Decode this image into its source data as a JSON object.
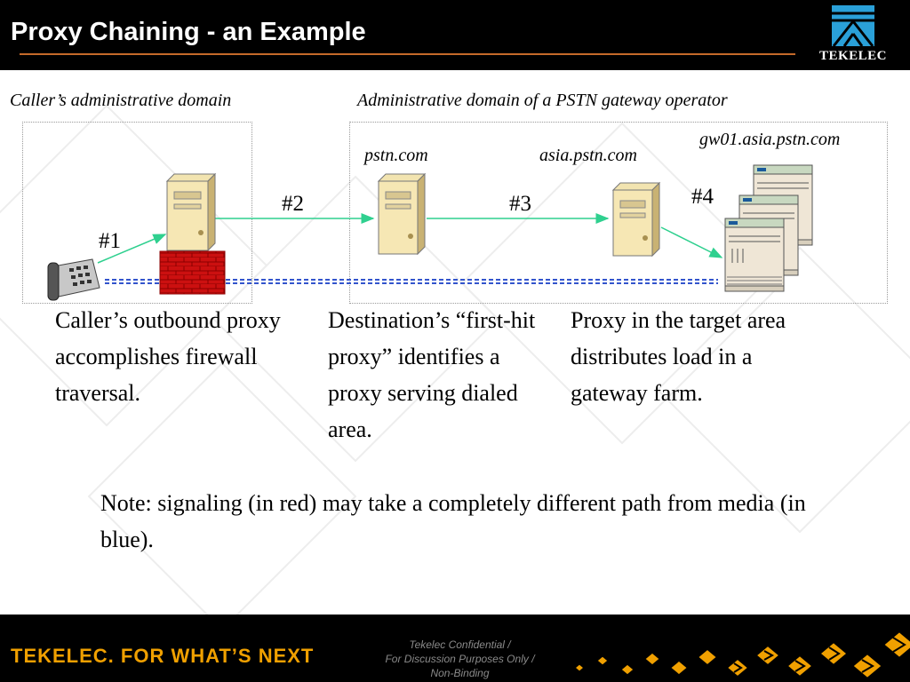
{
  "header": {
    "title": "Proxy Chaining - an Example",
    "logo_text": "TEKELEC"
  },
  "domains": {
    "caller": "Caller’s administrative domain",
    "pstn": "Administrative domain of a PSTN gateway operator"
  },
  "hosts": {
    "pstn": "pstn.com",
    "asia": "asia.pstn.com",
    "gateway": "gw01.asia.pstn.com"
  },
  "steps": {
    "s1": "#1",
    "s2": "#2",
    "s3": "#3",
    "s4": "#4"
  },
  "captions": {
    "outbound": "Caller’s outbound proxy accomplishes firewall traversal.",
    "first_hit": "Destination’s “first-hit proxy” identifies a proxy serving dialed area.",
    "target": "Proxy in the target area distributes load in a gateway farm."
  },
  "note": "Note: signaling (in red) may take a completely different path from media (in blue).",
  "footer": {
    "tagline": "TEKELEC. FOR WHAT’S NEXT",
    "confidential": [
      "Tekelec Confidential /",
      "For Discussion Purposes Only /",
      "Non-Binding"
    ]
  },
  "colors": {
    "signaling_line": "#2fd08f",
    "media_line": "#3355cc",
    "firewall": "#cc1010",
    "accent": "#f0a000",
    "logo": "#2aa0d8"
  }
}
